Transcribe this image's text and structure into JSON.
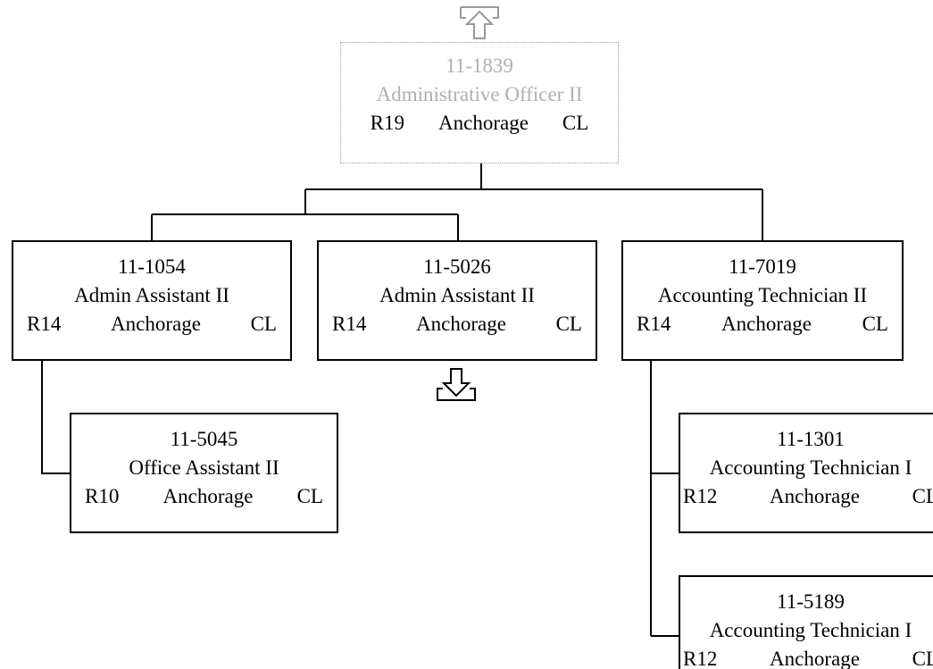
{
  "parent": {
    "position": "11-1839",
    "title": "Administrative Officer II",
    "range": "R19",
    "location": "Anchorage",
    "type": "CL"
  },
  "nodes": [
    {
      "position": "11-1054",
      "title": "Admin Assistant II",
      "range": "R14",
      "location": "Anchorage",
      "type": "CL"
    },
    {
      "position": "11-5026",
      "title": "Admin Assistant II",
      "range": "R14",
      "location": "Anchorage",
      "type": "CL"
    },
    {
      "position": "11-7019",
      "title": "Accounting Technician II",
      "range": "R14",
      "location": "Anchorage",
      "type": "CL"
    },
    {
      "position": "11-5045",
      "title": "Office Assistant II",
      "range": "R10",
      "location": "Anchorage",
      "type": "CL"
    },
    {
      "position": "11-1301",
      "title": "Accounting Technician I",
      "range": "R12",
      "location": "Anchorage",
      "type": "CL"
    },
    {
      "position": "11-5189",
      "title": "Accounting Technician I",
      "range": "R12",
      "location": "Anchorage",
      "type": "CL"
    }
  ],
  "colors": {
    "line": "#000000",
    "parent_border": "#9a9a9a",
    "parent_text": "#b0b0b0",
    "nav_up_icon": "#9a9a9a",
    "nav_down_icon": "#000000"
  },
  "icons": {
    "up": "arrow-up-icon",
    "down": "arrow-down-icon"
  }
}
